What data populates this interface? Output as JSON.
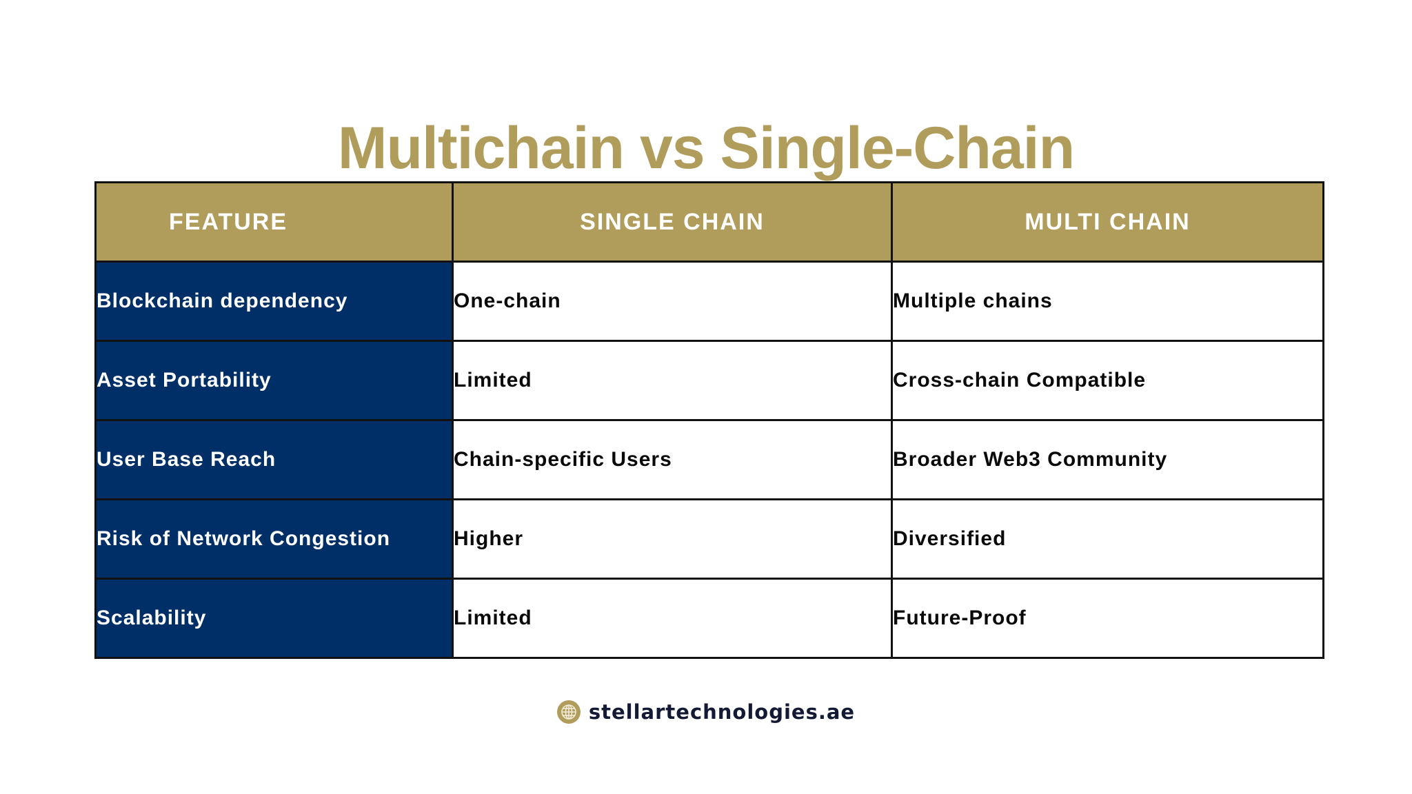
{
  "title": "Multichain vs Single-Chain",
  "colors": {
    "gold": "#b09d5c",
    "navy": "#002e67",
    "border": "#111111",
    "footer_text": "#141a33"
  },
  "table": {
    "headers": [
      "FEATURE",
      "SINGLE CHAIN",
      "MULTI CHAIN"
    ],
    "rows": [
      {
        "feature": "Blockchain dependency",
        "single": "One-chain",
        "multi": "Multiple chains"
      },
      {
        "feature": "Asset Portability",
        "single": "Limited",
        "multi": "Cross-chain Compatible"
      },
      {
        "feature": "User Base Reach",
        "single": "Chain-specific Users",
        "multi": "Broader Web3 Community"
      },
      {
        "feature": "Risk of Network Congestion",
        "single": "Higher",
        "multi": "Diversified"
      },
      {
        "feature": "Scalability",
        "single": "Limited",
        "multi": "Future-Proof"
      }
    ]
  },
  "footer": {
    "icon": "globe-icon",
    "text": "stellartechnologies.ae"
  }
}
